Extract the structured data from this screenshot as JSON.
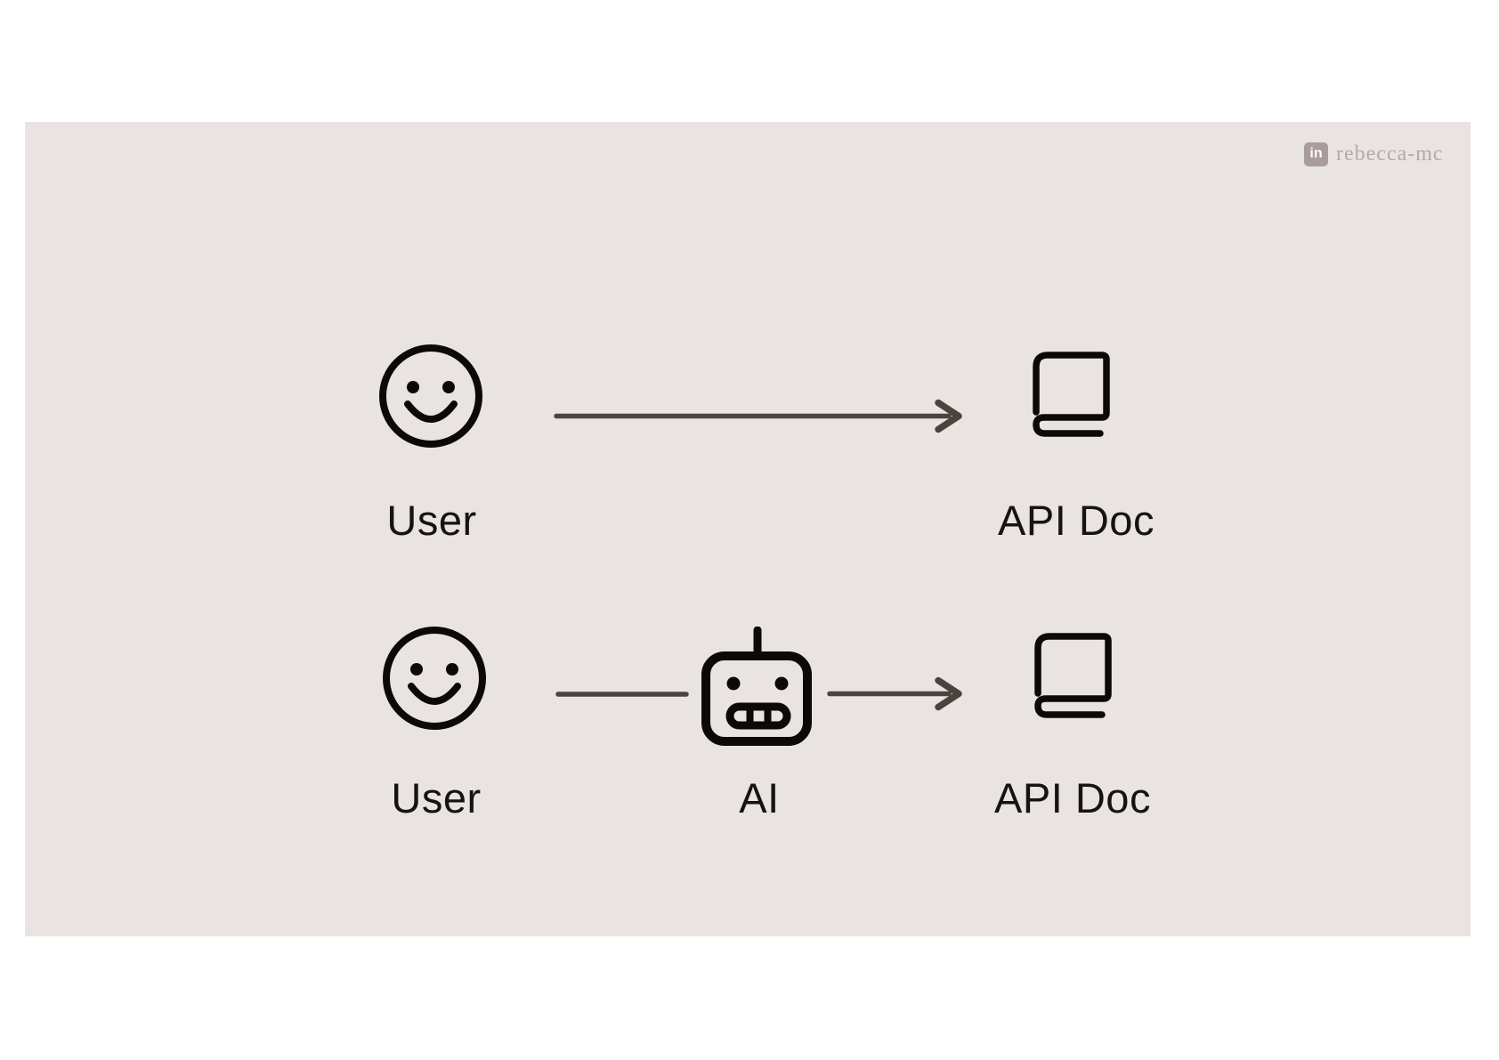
{
  "theme": {
    "background": "#ffffff",
    "panel": "#e9e3e2",
    "icon": "#0c0a09",
    "arrow": "#4a433e",
    "label": "#161310",
    "badge": "#a89d9a",
    "handle": "#b4aaa7"
  },
  "attribution": {
    "badge_text": "in",
    "handle": "rebecca-mc"
  },
  "diagram": {
    "row1": {
      "source_icon": "smiley-face",
      "source_label": "User",
      "connector": "arrow-right",
      "target_icon": "book",
      "target_label": "API Doc"
    },
    "row2": {
      "source_icon": "smiley-face",
      "source_label": "User",
      "connector1": "plain-line",
      "middle_icon": "robot",
      "middle_label": "AI",
      "connector2": "arrow-right",
      "target_icon": "book",
      "target_label": "API Doc"
    }
  }
}
